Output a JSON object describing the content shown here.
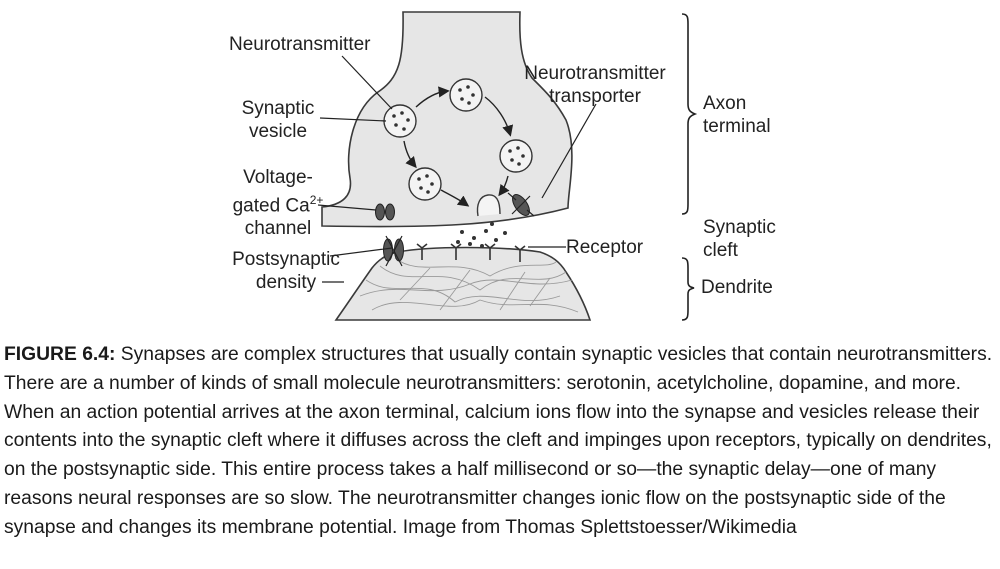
{
  "labels": {
    "neurotransmitter": "Neurotransmitter",
    "synaptic_vesicle": [
      "Synaptic",
      "vesicle"
    ],
    "transporter": [
      "Neurotransmitter",
      "transporter"
    ],
    "axon_terminal": [
      "Axon",
      "terminal"
    ],
    "ca_channel": {
      "line1": "Voltage-",
      "line2_base": "gated Ca",
      "line2_sup": "2+",
      "line3": "channel"
    },
    "synaptic_cleft": [
      "Synaptic",
      "cleft"
    ],
    "receptor": "Receptor",
    "postsynaptic_density": [
      "Postsynaptic",
      "density"
    ],
    "dendrite": "Dendrite"
  },
  "caption": {
    "figure_label": "FIGURE 6.4:",
    "text": "Synapses are complex structures that usually contain synaptic vesicles that contain neurotransmitters. There are a number of kinds of small molecule neurotransmitters: serotonin, acetylcholine, dopamine, and more. When an action potential arrives at the axon terminal, calcium ions flow into the synapse and vesicles release their contents into the synaptic cleft where it diffuses across the cleft and impinges upon receptors, typically on dendrites, on the postsynaptic side. This entire process takes a half millisecond or so—the synaptic delay—one of many reasons neural responses are so slow. The neurotransmitter changes ionic flow on the postsynaptic side of the synapse and changes its membrane potential. Image from Thomas Splettstoesser/Wikimedia"
  }
}
